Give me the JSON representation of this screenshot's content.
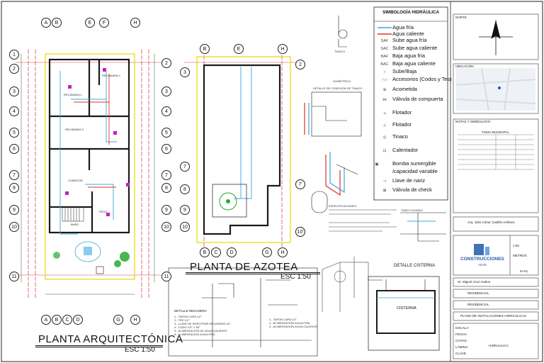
{
  "plans": {
    "arquitectonica": {
      "title": "PLANTA ARQUITECTÓNICA",
      "scale": "ESC 1:50"
    },
    "azotea": {
      "title": "PLANTA DE AZOTEA",
      "scale": "ESC 1:50"
    }
  },
  "axes": {
    "letters_top_left": [
      "A",
      "B",
      "E",
      "F",
      "H"
    ],
    "letters_bottom_left": [
      "A",
      "B",
      "C",
      "D",
      "G",
      "H"
    ],
    "letters_top_right": [
      "B",
      "E",
      "H"
    ],
    "letters_bottom_right": [
      "B",
      "C",
      "D",
      "G",
      "H"
    ],
    "numbers_left": [
      "1",
      "2",
      "3",
      "4",
      "5",
      "6",
      "7",
      "8",
      "9",
      "10",
      "11"
    ],
    "numbers_right": [
      "2",
      "3",
      "4",
      "5",
      "6",
      "7",
      "8",
      "9",
      "10",
      "11"
    ],
    "numbers_azotea": [
      "2",
      "3",
      "7",
      "7'",
      "8",
      "9",
      "10",
      "10'",
      "11"
    ]
  },
  "rooms": {
    "recamara1": "RECAMARA 1",
    "recamara2": "RECAMARA 2",
    "recamara3": "RECAMARA 3",
    "comedor": "COMEDOR",
    "bano": "BAÑO",
    "patio": "PATIO"
  },
  "legend": {
    "title": "SIMBOLOGÍA HIDRÁULICA",
    "items": [
      {
        "code": "",
        "label": "Agua fría",
        "line_color": "#38a8e0"
      },
      {
        "code": "",
        "label": "Agua caliente",
        "line_color": "#e0302a"
      },
      {
        "code": "SAF",
        "label": "Sube agua fría"
      },
      {
        "code": "SAC",
        "label": "Sube agua caliente"
      },
      {
        "code": "BAF",
        "label": "Baja agua fría"
      },
      {
        "code": "BAC",
        "label": "Baja agua caliente"
      },
      {
        "code": "",
        "label": "Sube/Baja"
      },
      {
        "code": "",
        "label": "Accesorios (Codos y Tes)"
      },
      {
        "code": "",
        "label": "Acometida"
      },
      {
        "code": "",
        "label": "Válvula de compuerta"
      },
      {
        "code": "",
        "label": "Flotador"
      },
      {
        "code": "",
        "label": "Flotador"
      },
      {
        "code": "",
        "label": "Tinaco"
      },
      {
        "code": "",
        "label": "Calentador"
      },
      {
        "code": "",
        "label": "Bomba sumergible /capacidad variable"
      },
      {
        "code": "",
        "label": "Llave de nariz"
      },
      {
        "code": "",
        "label": "Válvula de check"
      }
    ]
  },
  "details": {
    "cisterna": "DETALLE CISTERNA",
    "cisterna_label": "CISTERNA",
    "regadera": "DETALLE REGADERA",
    "tinaco": "TINACO",
    "isometrico": "ISOMÉTRICO",
    "conexion_tinaco": "DETALLE DE CONEXIÓN DE TINACO",
    "especificaciones": "ESPECIFICACIONES",
    "tubo_flexible": "TUBO FLEXIBLE",
    "regadera_notes": [
      "1.- TAPON CAPA 1/2\"",
      "2.- TEE 1/2\"",
      "3.- LLAVE DE EMPOTRAR REGADERA 1/2\"",
      "4.- CODO 1/2\" X 90°",
      "5.- ALIMENTACIÓN DE AGUA CALIENTE",
      "6.- ALIMENTACIÓN AGUA FRÍA"
    ],
    "lavabo_notes": [
      "1.- TAPON CAPA 1/2\"",
      "2.- ALIMENTACIÓN AGUA FRÍA",
      "3.- ALIMENTACIÓN AGUA CALIENTE"
    ]
  },
  "title_block": {
    "norte": "NORTE",
    "ubicacion": "UBICACIÓN",
    "notas": "NOTAS Y SIMBOLOGÍA",
    "table_header": "TOMA MUNICIPAL",
    "architect": "Arq. Julio César Castillo Arellano",
    "company_top": "CONSTRUCCIONES",
    "company_bottom": "ADVE",
    "owner": "Sr. Miguel Cruz Avalos",
    "type": "RESIDENCIAL",
    "use": "RESIDENCIAL",
    "plan": "PLANO DE INSTALACIONES HIDRÁULICAS",
    "sheet": "HIDRAULICA",
    "fields": [
      "ESCALA:",
      "FECHA:",
      "COTAS:",
      "LÁMINA:",
      "CLAVE:"
    ],
    "scale_value": "1:50",
    "units": "METROS",
    "sheet_code": "IH-01"
  },
  "colors": {
    "cold_water": "#38a8e0",
    "hot_water": "#e0302a",
    "walls": "#1a1a1a",
    "perimeter": "#e8d800",
    "axis_lines": "#d01010",
    "fixtures": "#c020c0",
    "green": "#2aa830",
    "brand": "#1e5aa8"
  }
}
